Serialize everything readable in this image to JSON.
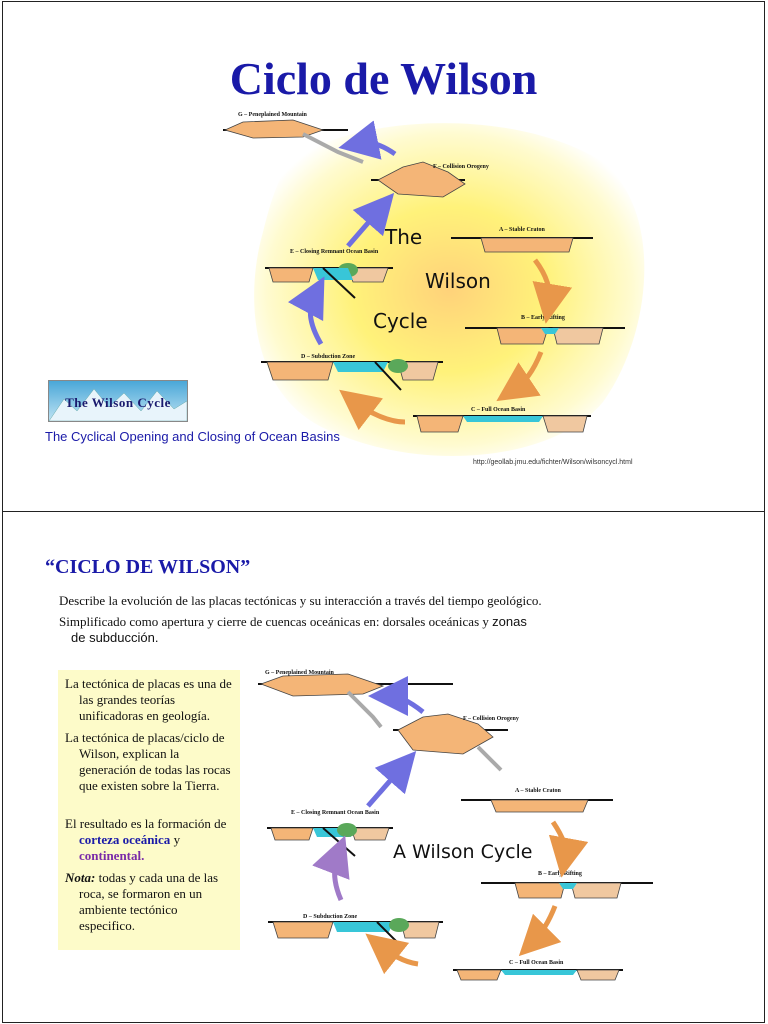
{
  "slide1": {
    "title": "Ciclo de Wilson",
    "diagram": {
      "center_words": [
        "The",
        "Wilson",
        "Cycle"
      ],
      "stages": [
        "G – Peneplained Mountain",
        "F – Collision Orogeny",
        "A – Stable Craton",
        "E – Closing Remnant Ocean Basin",
        "B – Early Rifting",
        "D – Subduction Zone",
        "C – Full Ocean Basin"
      ]
    },
    "logo_text": "The Wilson Cycle",
    "caption": "The Cyclical Opening and Closing of Ocean Basins",
    "url": "http://geollab.jmu.edu/fichter/Wilson/wilsoncycl.html"
  },
  "slide2": {
    "title": "“CICLO DE WILSON”",
    "para1": "Describe la evolución de las placas tectónicas y su interacción a través del tiempo geológico.",
    "para2a": "Simplificado como apertura y cierre de cuencas oceánicas en: dorsales oceánicas y",
    "para2b": "zonas",
    "para2c": "de subducción.",
    "box": {
      "item1": "La tectónica de placas es una de las grandes teorías unificadoras en geología.",
      "item2": "La tectónica de placas/ciclo de Wilson, explican la generación de todas las rocas que existen sobre la Tierra.",
      "item3_pre": "El resultado es la formación de",
      "item3_b1": "corteza oceánica",
      "item3_mid": "y",
      "item3_b2": "continental.",
      "item4_label": "Nota:",
      "item4_text": "todas y cada una de las roca, se formaron en un ambiente tectónico especifico."
    },
    "diagram": {
      "center_text": "A Wilson Cycle",
      "stages": [
        "G – Peneplained Mountain",
        "F – Collision Orogeny",
        "A – Stable Craton",
        "E – Closing Remnant Ocean Basin",
        "B – Early Rifting",
        "D – Subduction Zone",
        "C – Full Ocean Basin"
      ]
    }
  },
  "colors": {
    "title_blue": "#1a1aa8",
    "box_yellow": "#fdfbc9",
    "glow": "#fff27a",
    "continent": "#f4b577",
    "arrow_blue": "#6f6fe0",
    "arrow_orange": "#e8974a",
    "ocean": "#38c6d8"
  }
}
